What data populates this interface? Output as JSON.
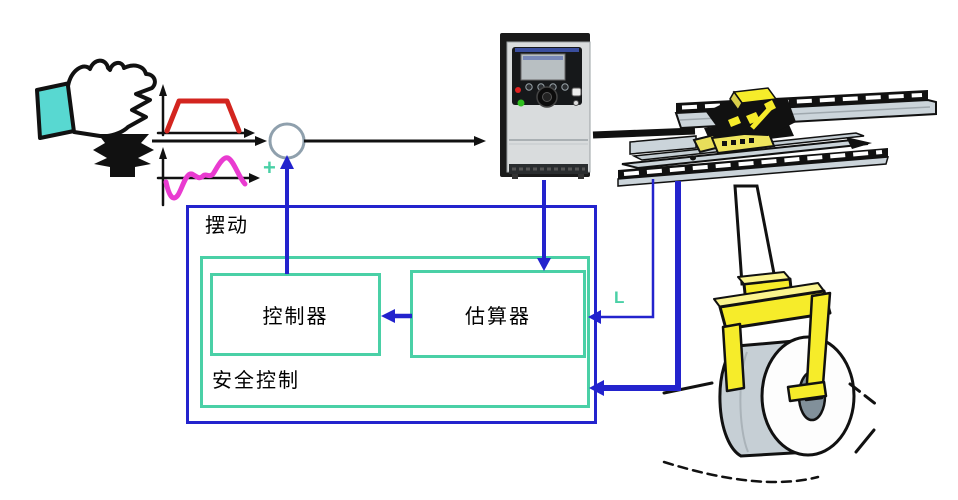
{
  "diagram": {
    "title_hint": "crane-anti-sway-control-diagram",
    "labels": {
      "swing": "摆动",
      "controller": "控制器",
      "estimator": "估算器",
      "safety_control": "安全控制",
      "cable_length": "L",
      "plus": "+"
    },
    "colors": {
      "line_blue": "#2323cd",
      "box_teal": "#4ad0a6",
      "reference_red": "#d3251f",
      "disturbance_magenta": "#e93bd0",
      "cuff_cyan": "#58d8d1",
      "machine_yellow": "#f6ec2a",
      "metal_gray": "#cbd4da"
    },
    "components": {
      "joystick_hand": "operator hand on joystick",
      "reference_signal_plot": "trapezoid velocity reference curve",
      "swing_signal_plot": "oscillating sway signal curve",
      "summing_junction": "summing circle with plus feedback",
      "frequency_inverter": "variable frequency drive unit",
      "crane_bridge": "bridge rails with trolley",
      "coil_lifter": "yellow C-hook on hoist bar",
      "steel_coil": "suspended steel coil load",
      "swing_dashes": "dashed arcs showing load sway"
    }
  }
}
